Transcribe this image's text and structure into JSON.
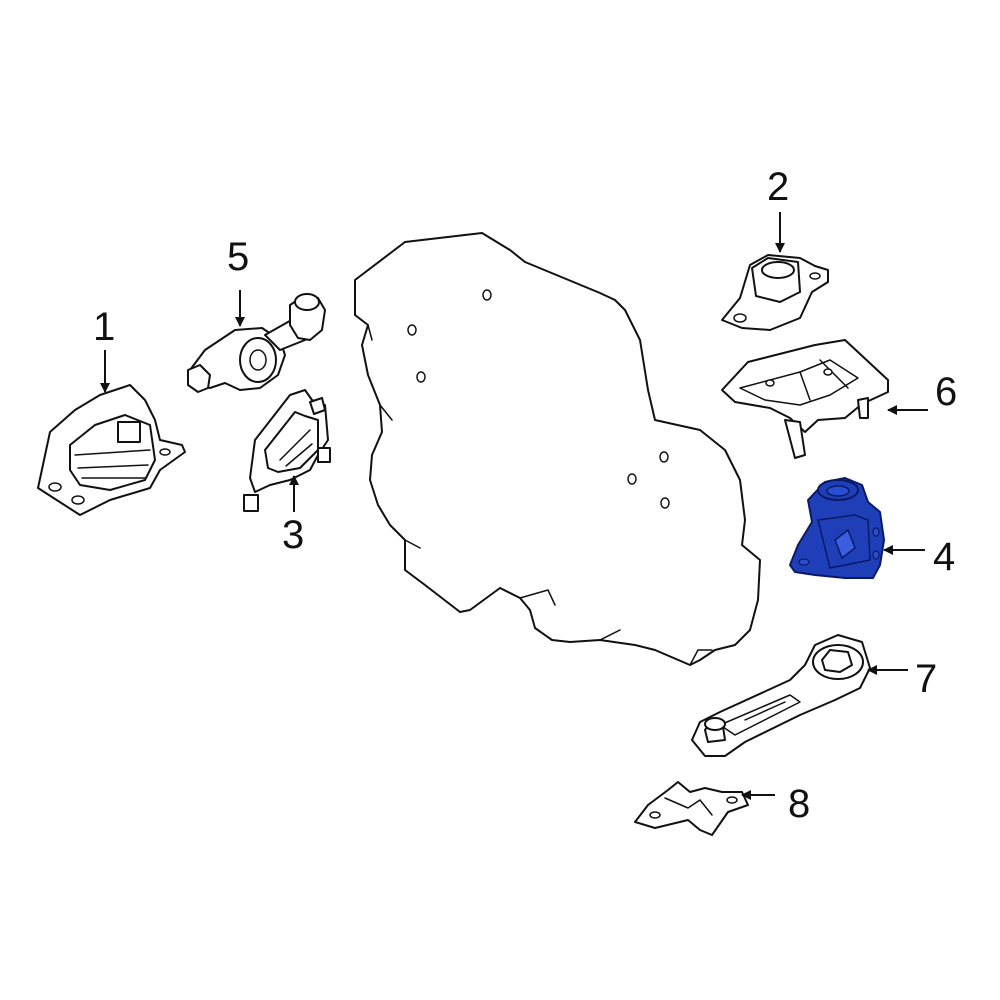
{
  "colors": {
    "line": "#111111",
    "background": "#ffffff",
    "highlight_fill": "#1f3fb8",
    "highlight_stroke": "#0a1a66"
  },
  "callouts": [
    {
      "id": "1",
      "label": "1",
      "part": "engine-mount-left"
    },
    {
      "id": "2",
      "label": "2",
      "part": "engine-mount-upper-right"
    },
    {
      "id": "3",
      "label": "3",
      "part": "mount-bracket-plate"
    },
    {
      "id": "4",
      "label": "4",
      "part": "engine-mount-bracket-highlighted"
    },
    {
      "id": "5",
      "label": "5",
      "part": "torque-rod-upper"
    },
    {
      "id": "6",
      "label": "6",
      "part": "battery-tray-bracket"
    },
    {
      "id": "7",
      "label": "7",
      "part": "torque-rod-lower"
    },
    {
      "id": "8",
      "label": "8",
      "part": "small-bracket"
    }
  ],
  "highlighted_part": "4"
}
